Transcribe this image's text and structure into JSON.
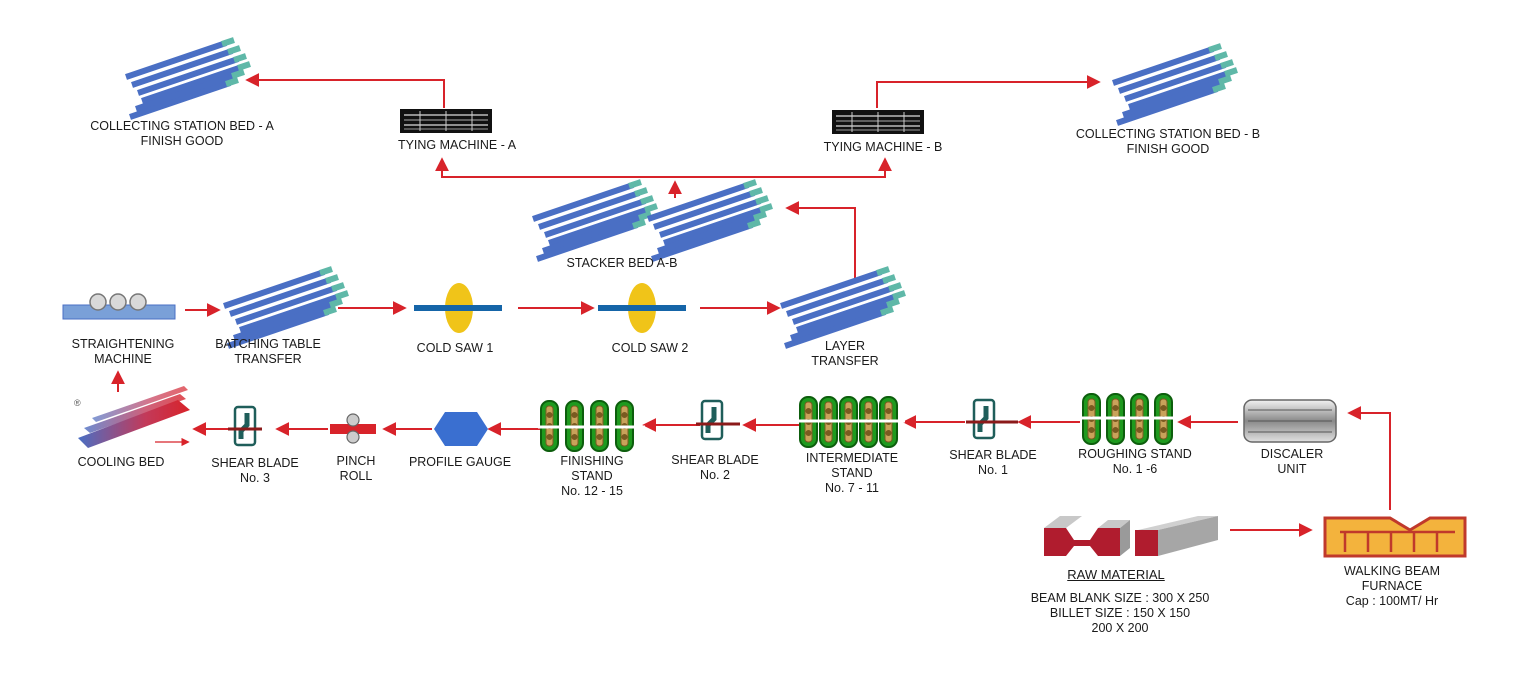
{
  "labels": {
    "collecting_a_1": "COLLECTING STATION BED  - A",
    "collecting_a_2": "FINISH GOOD",
    "tying_a": "TYING MACHINE - A",
    "tying_b": "TYING MACHINE - B",
    "collecting_b_1": "COLLECTING STATION BED  - B",
    "collecting_b_2": "FINISH GOOD",
    "stacker": "STACKER BED  A-B",
    "straightening_1": "STRAIGHTENING",
    "straightening_2": "MACHINE",
    "batching_1": "BATCHING TABLE",
    "batching_2": "TRANSFER",
    "cold_saw_1": "COLD SAW 1",
    "cold_saw_2": "COLD SAW 2",
    "layer_1": "LAYER",
    "layer_2": "TRANSFER",
    "cooling_bed": "COOLING BED",
    "shear3_1": "SHEAR  BLADE",
    "shear3_2": "No. 3",
    "pinch_1": "PINCH",
    "pinch_2": "ROLL",
    "profile_gauge": "PROFILE GAUGE",
    "finishing_1": "FINISHING",
    "finishing_2": "STAND",
    "finishing_3": "No. 12 - 15",
    "shear2_1": "SHEAR  BLADE",
    "shear2_2": "No. 2",
    "intermediate_1": "INTERMEDIATE",
    "intermediate_2": "STAND",
    "intermediate_3": "No. 7 - 11",
    "shear1_1": "SHEAR BLADE",
    "shear1_2": "No. 1",
    "roughing_1": "ROUGHING STAND",
    "roughing_2": "No. 1 -6",
    "discaler_1": "DISCALER",
    "discaler_2": "UNIT",
    "raw_material": "RAW MATERIAL",
    "raw_1": "BEAM BLANK  SIZE : 300 X 250",
    "raw_2": "BILLET  SIZE : 150 X 150",
    "raw_3": "200 X 200",
    "furnace_1": "WALKING BEAM",
    "furnace_2": "FURNACE",
    "furnace_3": "Cap : 100MT/ Hr"
  },
  "colors": {
    "arrow": "#d8232a",
    "bed_blue": "#4a6fc4",
    "bed_teal": "#5fb8a8",
    "stand_green": "#1e9a1e",
    "saw_yellow": "#f0c419",
    "saw_blue": "#1565a8",
    "gauge_blue": "#3a6fd0",
    "furnace_orange": "#f3b33d",
    "furnace_red": "#c0392b",
    "shear_teal": "#1f5e5a"
  }
}
